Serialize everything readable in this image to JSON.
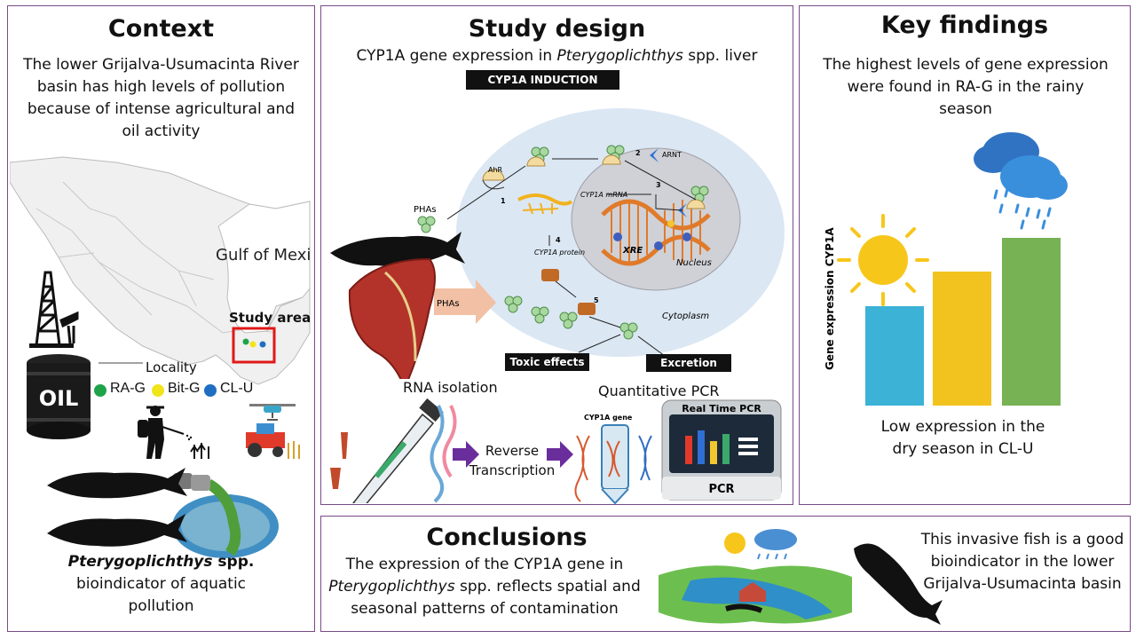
{
  "context": {
    "title": "Context",
    "text": "The lower Grijalva-Usumacinta River basin has high levels of pollution because of intense agricultural and oil activity",
    "gulf_label": "Gulf of Mexico",
    "study_area_label": "Study area",
    "locality_label": "Locality",
    "localities": [
      {
        "name": "RA-G",
        "color": "#1fa34a"
      },
      {
        "name": "Bit-G",
        "color": "#f2e41b"
      },
      {
        "name": "CL-U",
        "color": "#1e6fc2"
      }
    ],
    "oil_label": "OIL",
    "species": "Pterygoplichthys",
    "species_suffix": " spp.",
    "bioindicator_text": "bioindicator of aquatic pollution"
  },
  "study_design": {
    "title": "Study design",
    "subtitle_prefix": "CYP1A gene expression in ",
    "subtitle_species": "Pterygoplichthys",
    "subtitle_suffix": " spp. liver",
    "induction_label": "CYP1A  INDUCTION",
    "labels": {
      "ahr": "AhR",
      "arnt": "ARNT",
      "phas1": "PHAs",
      "phas2": "PHAs",
      "mrna": "CYP1A mRNA",
      "protein": "CYP1A protein",
      "xre": "XRE",
      "nucleus": "Nucleus",
      "cytoplasm": "Cytoplasm",
      "step1": "1",
      "step2": "2",
      "step3": "3",
      "step4": "4",
      "step5": "5"
    },
    "toxic_label": "Toxic effects",
    "excretion_label": "Excretion",
    "rna_label": "RNA isolation",
    "qpcr_label": "Quantitative PCR",
    "rt_label": "Reverse Transcription",
    "cyp1a_gene_label": "CYP1A gene",
    "realtime_label": "Real Time PCR",
    "pcr_label": "PCR"
  },
  "key_findings": {
    "title": "Key findings",
    "text_top": "The highest levels of gene expression were found in RA-G in the rainy season",
    "ylabel": "Gene expression CYP1A",
    "text_bottom": "Low expression  in the dry season in CL-U",
    "colors": {
      "cl_u": "#3bb2d6",
      "bit_g": "#f2c31e",
      "ra_g": "#77b254"
    }
  },
  "conclusions": {
    "title": "Conclusions",
    "text_prefix": "The expression of the CYP1A gene in ",
    "species": "Pterygoplichthys",
    "text_suffix": " spp. reflects spatial and seasonal patterns of contamination",
    "right_text": "This invasive fish is a good bioindicator in the lower Grijalva-Usumacinta  basin"
  }
}
